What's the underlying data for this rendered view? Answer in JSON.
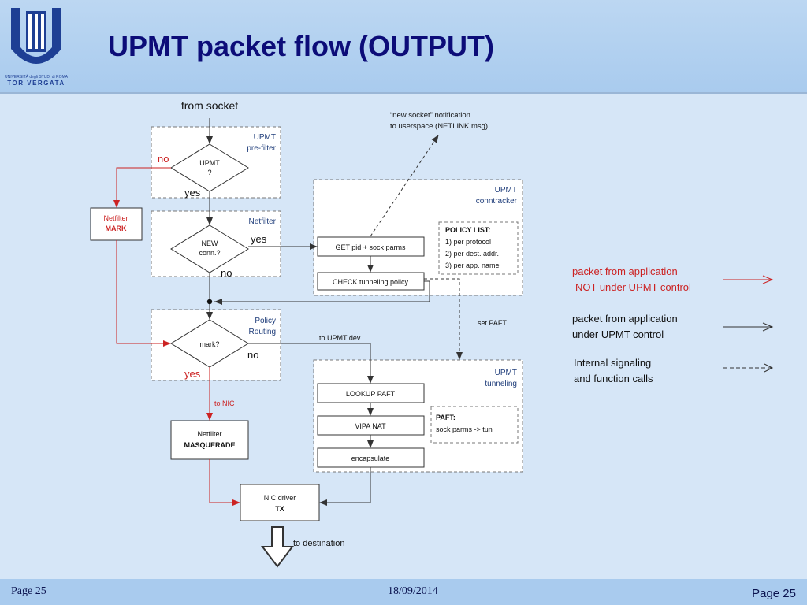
{
  "title": "UPMT packet flow (OUTPUT)",
  "logo": {
    "line1": "UNIVERSITÀ degli STUDI di ROMA",
    "line2": "TOR VERGATA"
  },
  "footer": {
    "left": "Page 25",
    "center": "18/09/2014",
    "right": "Page 25"
  },
  "diagram": {
    "from_socket": "from socket",
    "notification_line1": "“new socket” notification",
    "notification_line2": "to userspace (NETLINK msg)",
    "prefilter_line1": "UPMT",
    "prefilter_line2": "pre-filter",
    "upmt_q_line1": "UPMT",
    "upmt_q_line2": "?",
    "no_1": "no",
    "yes_1": "yes",
    "nf_mark_line1": "Netfilter",
    "nf_mark_line2": "MARK",
    "netfilter_label": "Netfilter",
    "new_conn_line1": "NEW",
    "new_conn_line2": "conn.?",
    "yes_2": "yes",
    "no_2": "no",
    "conntracker_line1": "UPMT",
    "conntracker_line2": "conntracker",
    "get_pid": "GET pid + sock parms",
    "check_policy": "CHECK tunneling policy",
    "policy_title": "POLICY LIST:",
    "policy_items": [
      "1) per protocol",
      "2) per dest. addr.",
      "3) per app. name"
    ],
    "policy_routing_line1": "Policy",
    "policy_routing_line2": "Routing",
    "mark_q": "mark?",
    "to_upmt_dev": "to UPMT dev",
    "no_3": "no",
    "yes_3": "yes",
    "set_paft": "set PAFT",
    "tunneling_line1": "UPMT",
    "tunneling_line2": "tunneling",
    "lookup_paft": "LOOKUP PAFT",
    "vipa_nat": "VIPA NAT",
    "encapsulate": "encapsulate",
    "paft_title": "PAFT:",
    "paft_desc": "sock parms -> tun",
    "to_nic": "to NIC",
    "masq_line1": "Netfilter",
    "masq_line2": "MASQUERADE",
    "nic_line1": "NIC driver",
    "nic_line2": "TX",
    "to_destination": "to destination"
  },
  "legend": {
    "red_line1": "packet from application",
    "red_line2": "NOT under UPMT control",
    "black_line1": "packet from application",
    "black_line2": "under UPMT control",
    "dashed_line1": "Internal signaling",
    "dashed_line2": "and function calls"
  },
  "colors": {
    "title": "#0c0c78",
    "red": "#cc2222",
    "section_label": "#1f3d7a",
    "background": "#d6e6f7"
  }
}
